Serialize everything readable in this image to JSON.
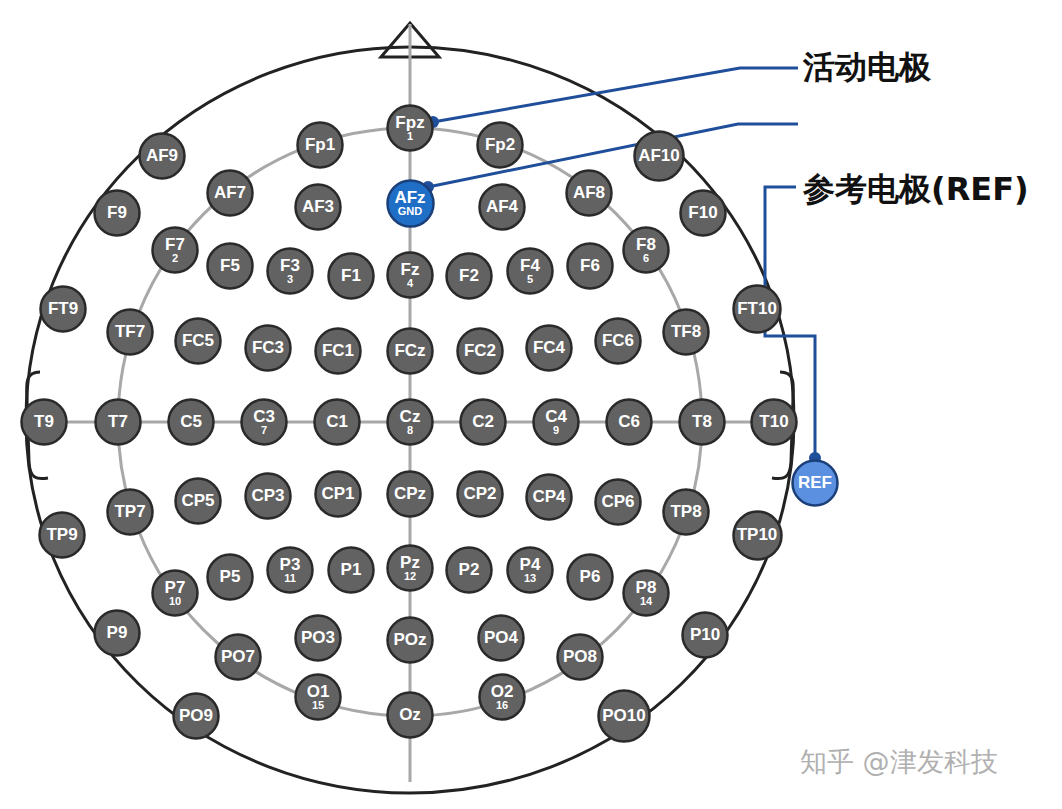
{
  "diagram": {
    "nodes": [
      {
        "text": [
          "Fpz",
          "1"
        ]
      },
      {
        "text": [
          "Fp1"
        ]
      },
      {
        "text": [
          "Fp2"
        ]
      },
      {
        "text": [
          "AF9"
        ]
      },
      {
        "text": [
          "AF10"
        ]
      },
      {
        "text": [
          "AF7"
        ]
      },
      {
        "text": [
          "AF3"
        ]
      },
      {
        "text": [
          "AFz",
          "GND"
        ]
      },
      {
        "text": [
          "AF4"
        ]
      },
      {
        "text": [
          "AF8"
        ]
      },
      {
        "text": [
          "F9"
        ]
      },
      {
        "text": [
          "F10"
        ]
      },
      {
        "text": [
          "F7",
          "2"
        ]
      },
      {
        "text": [
          "F5"
        ]
      },
      {
        "text": [
          "F3",
          "3"
        ]
      },
      {
        "text": [
          "F1"
        ]
      },
      {
        "text": [
          "Fz",
          "4"
        ]
      },
      {
        "text": [
          "F2"
        ]
      },
      {
        "text": [
          "F4",
          "5"
        ]
      },
      {
        "text": [
          "F6"
        ]
      },
      {
        "text": [
          "F8",
          "6"
        ]
      },
      {
        "text": [
          "FT9"
        ]
      },
      {
        "text": [
          "FT10"
        ]
      },
      {
        "text": [
          "TF7"
        ]
      },
      {
        "text": [
          "FC5"
        ]
      },
      {
        "text": [
          "FC3"
        ]
      },
      {
        "text": [
          "FC1"
        ]
      },
      {
        "text": [
          "FCz"
        ]
      },
      {
        "text": [
          "FC2"
        ]
      },
      {
        "text": [
          "FC4"
        ]
      },
      {
        "text": [
          "FC6"
        ]
      },
      {
        "text": [
          "TF8"
        ]
      },
      {
        "text": [
          "T9"
        ]
      },
      {
        "text": [
          "T7"
        ]
      },
      {
        "text": [
          "C5"
        ]
      },
      {
        "text": [
          "C3",
          "7"
        ]
      },
      {
        "text": [
          "C1"
        ]
      },
      {
        "text": [
          "Cz",
          "8"
        ]
      },
      {
        "text": [
          "C2"
        ]
      },
      {
        "text": [
          "C4",
          "9"
        ]
      },
      {
        "text": [
          "C6"
        ]
      },
      {
        "text": [
          "T8"
        ]
      },
      {
        "text": [
          "T10"
        ]
      },
      {
        "text": [
          "TP7"
        ]
      },
      {
        "text": [
          "CP5"
        ]
      },
      {
        "text": [
          "CP3"
        ]
      },
      {
        "text": [
          "CP1"
        ]
      },
      {
        "text": [
          "CPz"
        ]
      },
      {
        "text": [
          "CP2"
        ]
      },
      {
        "text": [
          "CP4"
        ]
      },
      {
        "text": [
          "CP6"
        ]
      },
      {
        "text": [
          "TP8"
        ]
      },
      {
        "text": [
          "TP9"
        ]
      },
      {
        "text": [
          "TP10"
        ]
      },
      {
        "text": [
          "P7",
          "10"
        ]
      },
      {
        "text": [
          "P5"
        ]
      },
      {
        "text": [
          "P3",
          "11"
        ]
      },
      {
        "text": [
          "P1"
        ]
      },
      {
        "text": [
          "Pz",
          "12"
        ]
      },
      {
        "text": [
          "P2"
        ]
      },
      {
        "text": [
          "P4",
          "13"
        ]
      },
      {
        "text": [
          "P6"
        ]
      },
      {
        "text": [
          "P8",
          "14"
        ]
      },
      {
        "text": [
          "P9"
        ]
      },
      {
        "text": [
          "P10"
        ]
      },
      {
        "text": [
          "PO7"
        ]
      },
      {
        "text": [
          "PO3"
        ]
      },
      {
        "text": [
          "POz"
        ]
      },
      {
        "text": [
          "PO4"
        ]
      },
      {
        "text": [
          "PO8"
        ]
      },
      {
        "text": [
          "O1",
          "15"
        ]
      },
      {
        "text": [
          "Oz"
        ]
      },
      {
        "text": [
          "O2",
          "16"
        ]
      },
      {
        "text": [
          "PO9"
        ]
      },
      {
        "text": [
          "PO10"
        ]
      },
      {
        "text": [
          "REF"
        ]
      }
    ],
    "labels": [
      "活动电极",
      "参考电极(REF)",
      "知乎 @津发科技"
    ]
  }
}
